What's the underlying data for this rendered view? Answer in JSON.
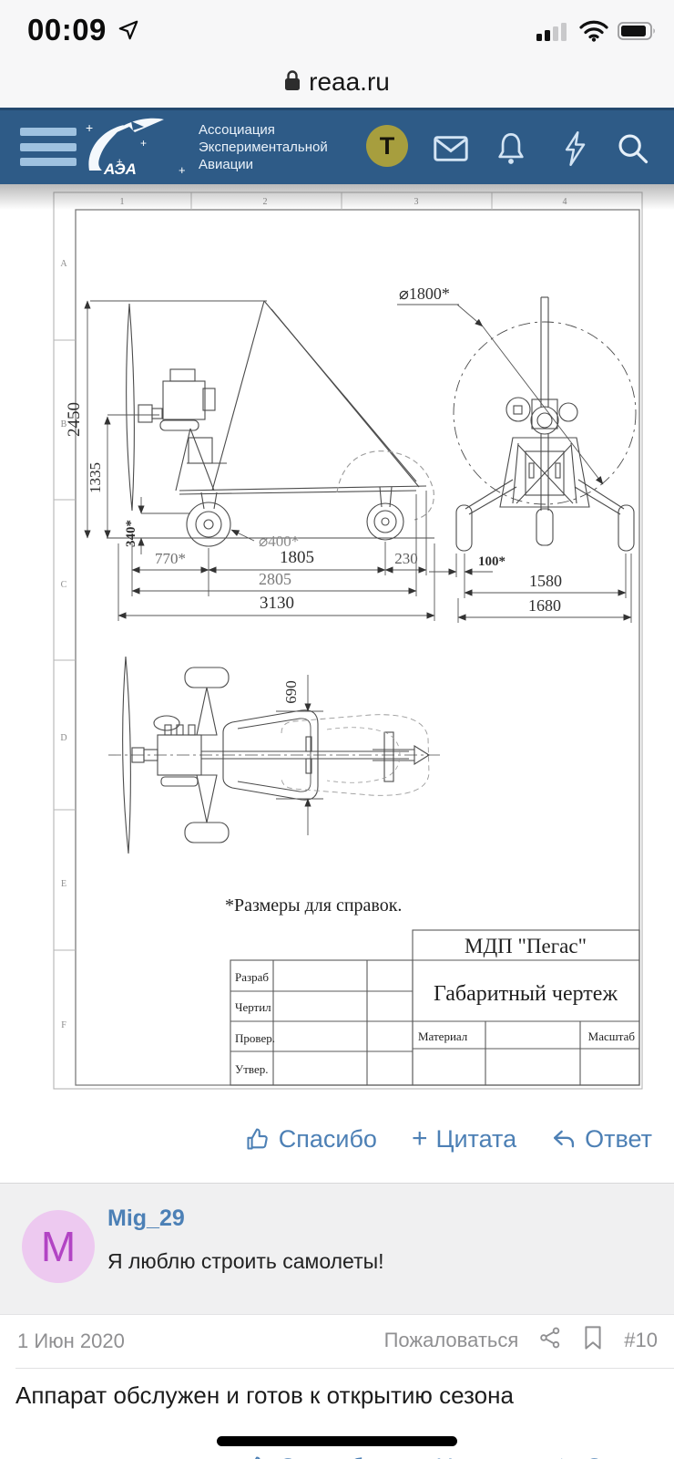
{
  "status_bar": {
    "time": "00:09"
  },
  "url_bar": {
    "domain": "reaa.ru"
  },
  "header": {
    "logo_text": "АЭА",
    "org_name_lines": [
      "Ассоциация",
      "Экспериментальной",
      "Авиации"
    ],
    "avatar_letter": "T",
    "color": "#2e5b87"
  },
  "drawing": {
    "zones_top": [
      "1",
      "2",
      "3",
      "4"
    ],
    "zones_left": [
      "A",
      "B",
      "C",
      "D",
      "E",
      "F"
    ],
    "dimensions": {
      "height_total": "2450",
      "height_hub": "1335",
      "clearance": "340*",
      "wheel_dia": "⌀400*",
      "front_gap": "770*",
      "wheelbase": "1805",
      "nose_overhang": "230",
      "length_2805": "2805",
      "length_total": "3130",
      "prop_dia": "⌀1800*",
      "wheel_offset": "100*",
      "track": "1580",
      "width_total": "1680",
      "seat_width": "690"
    },
    "note": "*Размеры для справок.",
    "title_block": {
      "title": "МДП \"Пегас\"",
      "subtitle": "Габаритный чертеж",
      "row_labels": [
        "Разраб",
        "Чертил",
        "Провер.",
        "Утвер."
      ],
      "material": "Материал",
      "scale": "Масштаб"
    }
  },
  "post_actions": {
    "like": "Спасибо",
    "quote_plus": "+",
    "quote": "Цитата",
    "reply": "Ответ"
  },
  "post": {
    "username": "Mig_29",
    "avatar_letter": "M",
    "signature": "Я люблю строить самолеты!",
    "date": "1 Июн 2020",
    "report": "Пожаловаться",
    "number": "#10",
    "body": "Аппарат обслужен и готов к открытию сезона"
  }
}
